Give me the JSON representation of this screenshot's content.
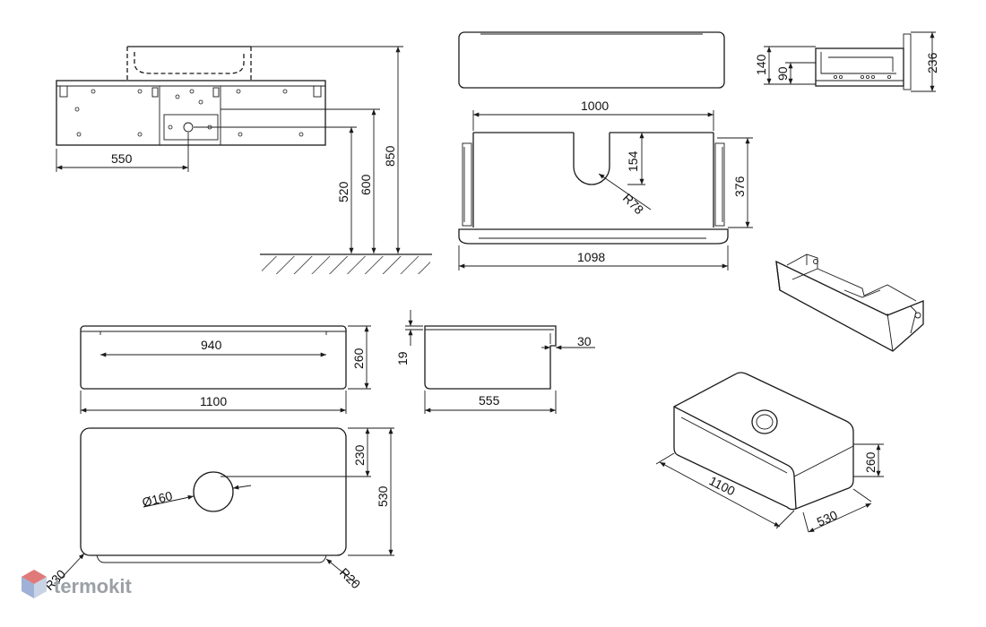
{
  "dimensions": {
    "front_offset": "550",
    "height_520": "520",
    "height_600": "600",
    "height_850": "850",
    "top_width_1000": "1000",
    "depth_154": "154",
    "radius_78": "R78",
    "depth_376": "376",
    "width_1098": "1098",
    "drawer_height_140": "140",
    "drawer_height_90": "90",
    "height_236": "236",
    "inner_940": "940",
    "height_260_front": "260",
    "width_1100_front": "1100",
    "side_19": "19",
    "side_30": "30",
    "depth_555": "555",
    "hole_offset_230": "230",
    "depth_530_top": "530",
    "hole_dia_160": "Ø160",
    "radius_30": "R30",
    "radius_20": "R20",
    "iso_1100": "1100",
    "iso_530": "530",
    "iso_260": "260"
  },
  "brand": {
    "name": "termokit"
  }
}
